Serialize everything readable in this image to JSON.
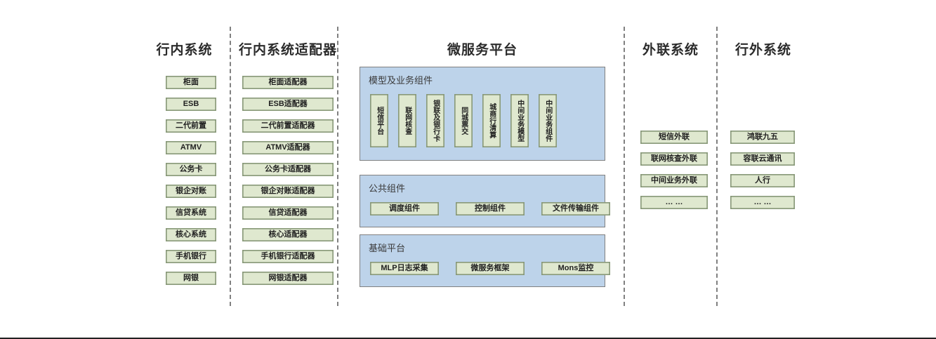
{
  "columns": [
    {
      "id": "in-bank-systems",
      "title": "行内系统",
      "items": [
        "柜面",
        "ESB",
        "二代前置",
        "ATMV",
        "公务卡",
        "银企对账",
        "信贷系统",
        "核心系统",
        "手机银行",
        "网银"
      ]
    },
    {
      "id": "in-bank-adapters",
      "title": "行内系统适配器",
      "items": [
        "柜面适配器",
        "ESB适配器",
        "二代前置适配器",
        "ATMV适配器",
        "公务卡适配器",
        "银企对账适配器",
        "信贷适配器",
        "核心适配器",
        "手机银行适配器",
        "网银适配器"
      ]
    },
    {
      "id": "external-link-systems",
      "title": "外联系统",
      "items": [
        "短信外联",
        "联网核查外联",
        "中间业务外联",
        "… …"
      ]
    },
    {
      "id": "off-bank-systems",
      "title": "行外系统",
      "items": [
        "鸿联九五",
        "容联云通讯",
        "人行",
        "… …"
      ]
    }
  ],
  "platform": {
    "title": "微服务平台",
    "sections": [
      {
        "id": "model-business-components",
        "title": "模型及业务组件",
        "orientation": "vertical",
        "items": [
          "短信平台",
          "联网核查",
          "银联及银行卡",
          "同城票交",
          "城商行清算",
          "中间业务模型",
          "中间业务组件"
        ]
      },
      {
        "id": "public-components",
        "title": "公共组件",
        "orientation": "horizontal",
        "items": [
          "调度组件",
          "控制组件",
          "文件传输组件"
        ]
      },
      {
        "id": "base-platform",
        "title": "基础平台",
        "orientation": "horizontal",
        "items": [
          "MLP日志采集",
          "微服务框架",
          "Mons监控"
        ]
      }
    ]
  },
  "colors": {
    "node_fill": "#dfe8cf",
    "node_border": "#8a9b7a",
    "panel_fill": "#bdd3ea",
    "panel_border": "#808080",
    "divider": "#808080",
    "title_text": "#2b2b2b"
  }
}
